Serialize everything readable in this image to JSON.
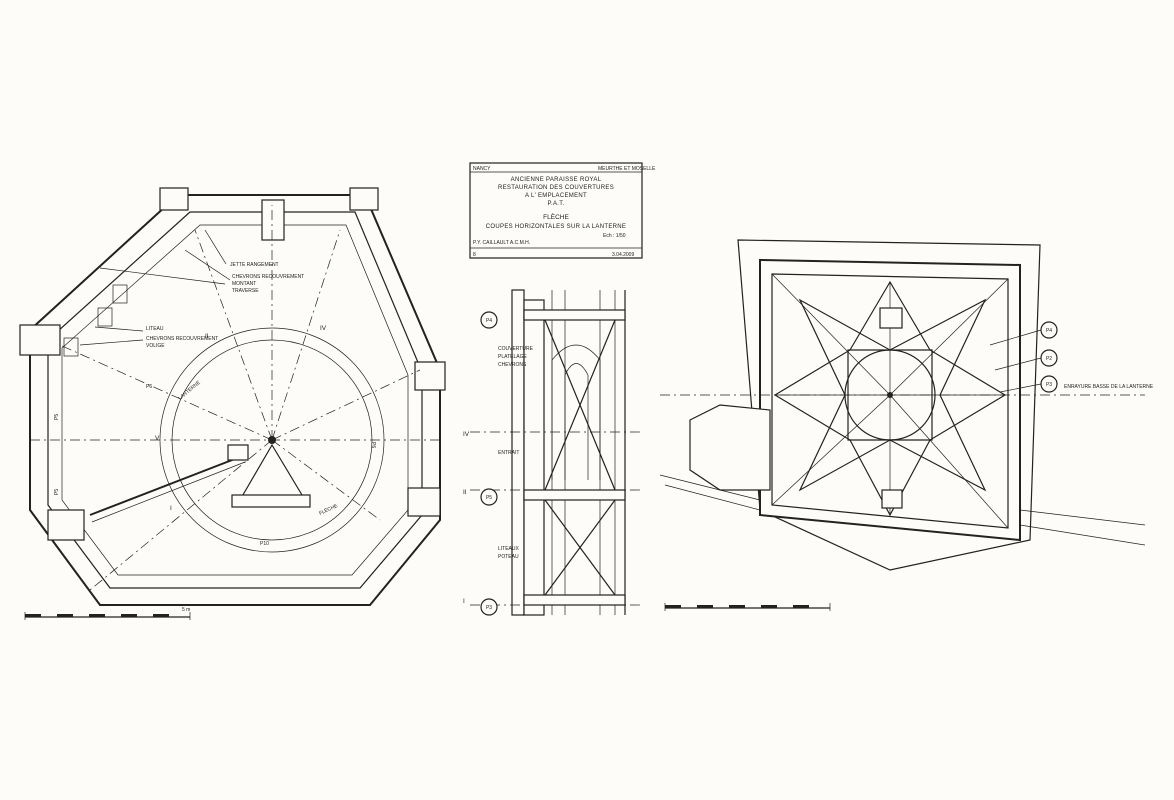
{
  "title_block": {
    "city": "NANCY",
    "department": "MEURTHE ET MOSELLE",
    "line1": "ANCIENNE PARAISSE ROYAL",
    "line2": "RESTAURATION DES COUVERTURES",
    "line3": "A L' EMPLACEMENT",
    "line4": "P.A.T.",
    "subject": "FLÈCHE",
    "subtitle": "COUPES HORIZONTALES SUR LA LANTERNE",
    "scale": "Ech : 1/50",
    "author": "P.Y. CAILLAULT A.C.M.H.",
    "sheet_no": "8",
    "date": "3.04.2009"
  },
  "plan_left": {
    "annotations": [
      "JETTE RANGEMENT",
      "CHEVRONS RECOUVREMENT",
      "MONTANT",
      "TRAVERSE",
      "LITEAU",
      "CHEVRONS RECOUVREMENT",
      "VOLIGE"
    ],
    "roman_numerals": [
      "II",
      "IV",
      "V",
      "I"
    ],
    "section_labels": [
      "LANTERNE",
      "FLÈCHE",
      "P10"
    ],
    "side_labels": [
      "P5",
      "P6",
      "P6",
      "P5"
    ],
    "scale_label": "5 m"
  },
  "section_middle": {
    "callouts": [
      "P4",
      "P5",
      "P3"
    ],
    "levels": [
      "IV",
      "II",
      "I"
    ],
    "notes": [
      "COUVERTURE",
      "PLATELAGE",
      "CHEVRONS",
      "ENTRAIT",
      "LITEAUX",
      "POTEAU"
    ]
  },
  "plan_right": {
    "callouts": [
      "P4",
      "P2",
      "P3"
    ],
    "note": "ENRAYURE BASSE DE LA LANTERNE"
  }
}
